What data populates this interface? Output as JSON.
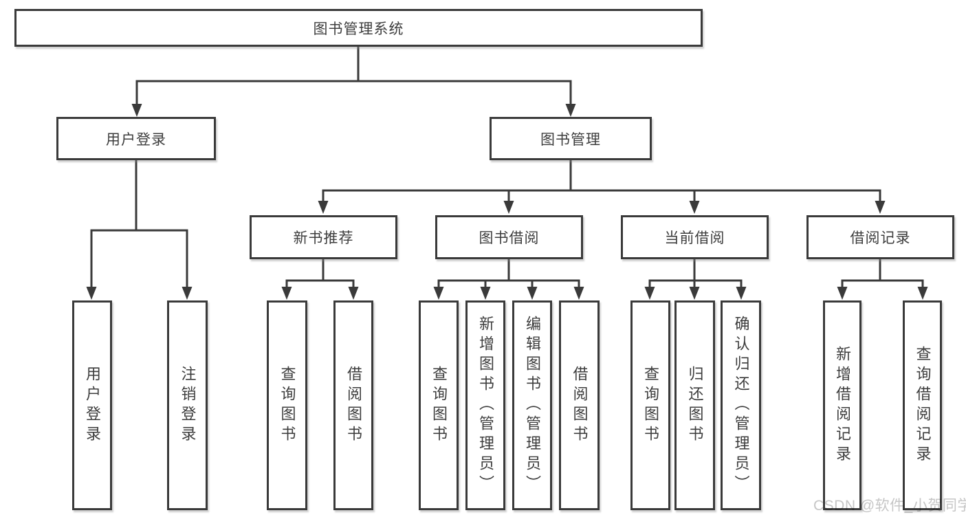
{
  "diagram": {
    "root": {
      "label": "图书管理系统"
    },
    "branches": [
      {
        "label": "用户登录",
        "children": [
          "用户登录",
          "注销登录"
        ]
      },
      {
        "label": "图书管理",
        "sections": [
          {
            "label": "新书推荐",
            "children": [
              "查询图书",
              "借阅图书"
            ]
          },
          {
            "label": "图书借阅",
            "children": [
              "查询图书",
              "新增图书（管理员）",
              "编辑图书（管理员）",
              "借阅图书"
            ]
          },
          {
            "label": "当前借阅",
            "children": [
              "查询图书",
              "归还图书",
              "确认归还（管理员）"
            ]
          },
          {
            "label": "借阅记录",
            "children": [
              "新增借阅记录",
              "查询借阅记录"
            ]
          }
        ]
      }
    ]
  },
  "watermark": "CSDN @软件_小贺同学",
  "colors": {
    "line": "#3a3a3a",
    "text": "#3d3d3d",
    "box_background": "#ffffff",
    "watermark": "#c6c6c6",
    "background": "#ffffff"
  }
}
